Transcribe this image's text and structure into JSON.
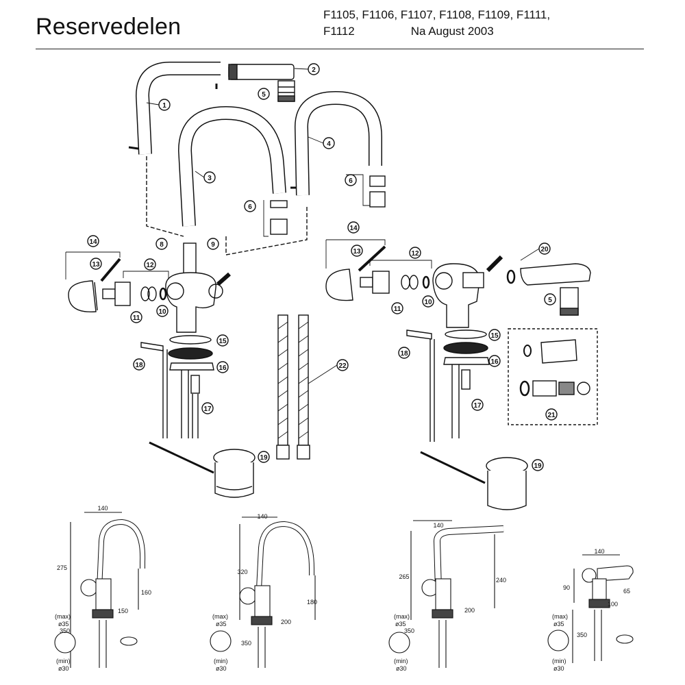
{
  "header": {
    "title": "Reservedelen",
    "codes_line1": "F1105, F1106, F1107, F1108, F1109, F1111,",
    "codes_line2": "F1112",
    "date": "Na August 2003"
  },
  "callouts": {
    "c1": "1",
    "c2": "2",
    "c3": "3",
    "c4": "4",
    "c5": "5",
    "c6": "6",
    "c8": "8",
    "c9": "9",
    "c10": "10",
    "c11": "11",
    "c12": "12",
    "c13": "13",
    "c14": "14",
    "c15": "15",
    "c16": "16",
    "c17": "17",
    "c18": "18",
    "c19": "19",
    "c20": "20",
    "c21": "21",
    "c22": "22"
  },
  "dimensions": {
    "d140": "140",
    "d275": "275",
    "d160": "160",
    "d150": "150",
    "d320": "320",
    "d180": "180",
    "d200": "200",
    "d265": "265",
    "d240": "240",
    "d90": "90",
    "d65": "65",
    "d100": "100",
    "d350": "350",
    "max": "(max)",
    "min": "(min)",
    "o35": "ø35",
    "o30": "ø30"
  }
}
